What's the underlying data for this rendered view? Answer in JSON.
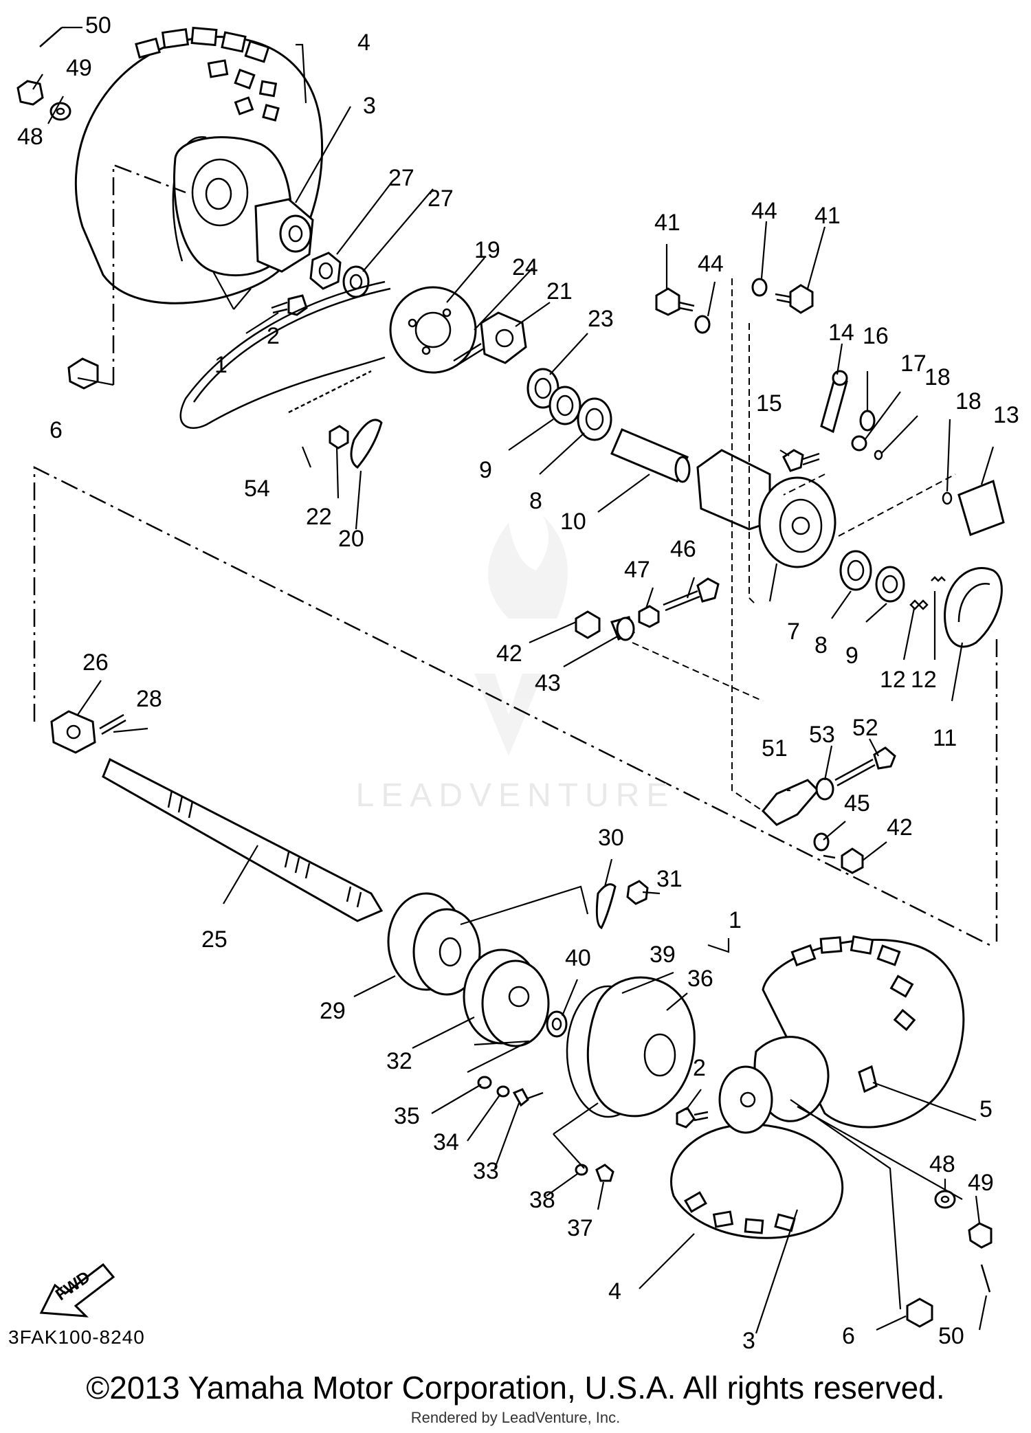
{
  "diagram": {
    "code": "3FAK100-8240",
    "fwd_label": "FWD",
    "watermark": "LEADVENTURE",
    "copyright": "©2013 Yamaha Motor Corporation, U.S.A. All rights reserved.",
    "rendered_by": "Rendered by LeadVenture, Inc.",
    "callouts": [
      "50",
      "49",
      "48",
      "4",
      "3",
      "27",
      "27",
      "2",
      "1",
      "6",
      "19",
      "24",
      "21",
      "23",
      "9",
      "8",
      "10",
      "54",
      "22",
      "20",
      "41",
      "44",
      "44",
      "41",
      "14",
      "16",
      "17",
      "18",
      "18",
      "13",
      "15",
      "7",
      "8",
      "9",
      "12",
      "12",
      "11",
      "46",
      "47",
      "42",
      "43",
      "26",
      "28",
      "25",
      "30",
      "31",
      "52",
      "53",
      "51",
      "45",
      "42",
      "29",
      "32",
      "40",
      "39",
      "36",
      "1",
      "2",
      "35",
      "34",
      "33",
      "38",
      "37",
      "5",
      "48",
      "49",
      "4",
      "3",
      "6",
      "50"
    ]
  }
}
